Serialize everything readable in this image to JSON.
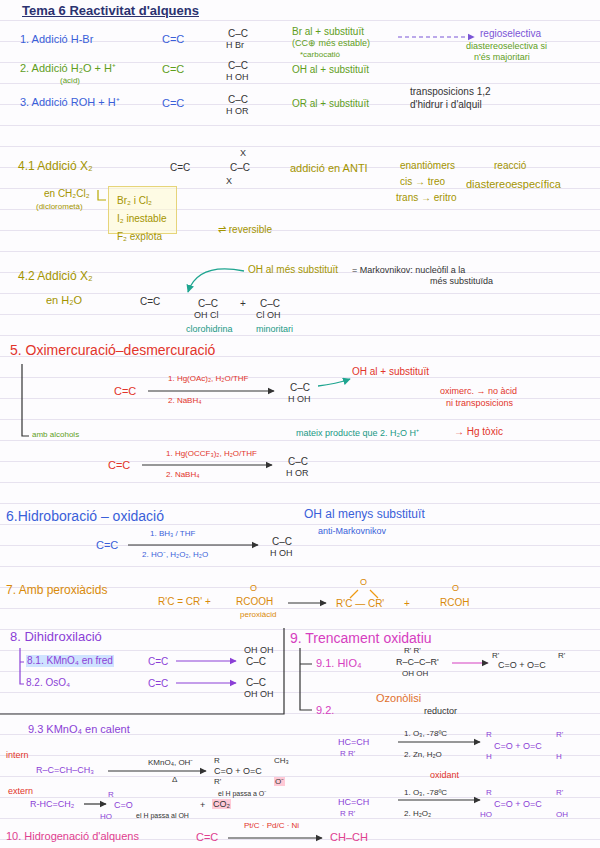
{
  "diagram": {
    "title": "Tema 6 Reactivitat d'alquens",
    "nodes": [
      {
        "text": [
          "Br₂ i Cl₂",
          "I₂ inestable",
          "F₂ explota"
        ]
      }
    ],
    "labels": [
      "1. Addició H-Br",
      "C=C",
      "C–C",
      "H Br",
      "Br al + substituït",
      "(CC⊕ més estable)",
      "*carbocatió",
      "regioselectiva",
      "diastereoselectiva si",
      "n'és majoritari",
      "2. Addició H₂O + H⁺",
      "(àcid)",
      "C=C",
      "C–C",
      "H OH",
      "OH al + substituït",
      "transposicions 1,2",
      "d'hidrur i d'alquil",
      "3. Addició ROH + H⁺",
      "C=C",
      "C–C",
      "H OR",
      "OR al + substituït",
      "4.1 Addició X₂",
      "C=C",
      "X",
      "C–C",
      "X",
      "addició en ANTI",
      "enantiòmers",
      "cis → treo",
      "trans → eritro",
      "reacció",
      "diastereoespecífica",
      "en CH₂Cl₂",
      "(diclorometà)",
      "⇌ reversible",
      "4.2 Addició X₂",
      "en H₂O",
      "C=C",
      "OH al més substituït",
      "= Markovnikov: nucleòfil a la",
      "més substituïda",
      "C–C",
      "OH Cl",
      "+",
      "C–C",
      "Cl OH",
      "clorohidrina",
      "minoritari",
      "5. Oximercuració–desmercuració",
      "C=C",
      "1. Hg(OAc)₂, H₂O/THF",
      "2. NaBH₄",
      "C–C",
      "H OH",
      "OH al + substituït",
      "oximerc. → no àcid",
      "ni transposicions",
      "mateix producte que 2. H₂O H⁺",
      "→ Hg tòxic",
      "amb alcohols",
      "C=C",
      "1. Hg(OCCF₃)₂, H₂O/THF",
      "2. NaBH₄",
      "C–C",
      "H OR",
      "6.Hidroboració – oxidació",
      "OH al menys substituït",
      "anti-Markovnikov",
      "C=C",
      "1. BH₃ / THF",
      "2. HO⁻, H₂O₂, H₂O",
      "C–C",
      "H OH",
      "7. Amb peroxiàcids",
      "R'C = CR' +",
      "O",
      "RCOOH",
      "peroxiàcid",
      "O",
      "R'C — CR'",
      "+",
      "O",
      "RCOH",
      "8. Dihidroxilació",
      "8.1. KMnO₄ en fred",
      "8.2. OsO₄",
      "C=C",
      "OH OH",
      "C–C",
      "C=C",
      "C–C",
      "OH OH",
      "9. Trencament oxidatiu",
      "9.1. HIO₄",
      "R' R'",
      "R–C–C–R'",
      "OH OH",
      "R'",
      "C=O + O=C",
      "R'",
      "9.2.",
      "Ozonòlisi",
      "reductor",
      "HC=CH",
      "R R'",
      "1. O₃, -78ºC",
      "2. Zn, H₂O",
      "C=O + O=C",
      "R",
      "H",
      "R'",
      "H",
      "oxidant",
      "HC=CH",
      "R R'",
      "1. O₃, -78ºC",
      "2. H₂O₂",
      "C=O + O=C",
      "R",
      "HO",
      "R'",
      "OH",
      "9.3 KMnO₄ en calent",
      "intern",
      "R–C=CH–CH₃",
      "KMnO₄, OH⁻",
      "Δ",
      "R",
      "C=O + O=C",
      "CH₃",
      "R'",
      "O⁻",
      "el H passa a O⁻",
      "extern",
      "R-HC=CH₂",
      "R",
      "C=O",
      "HO",
      "el H passa al OH",
      "+",
      "CO₂",
      "10. Hidrogenació d'alquens",
      "C=C",
      "Pt/C · Pd/C · Ni",
      "CH–CH"
    ]
  }
}
